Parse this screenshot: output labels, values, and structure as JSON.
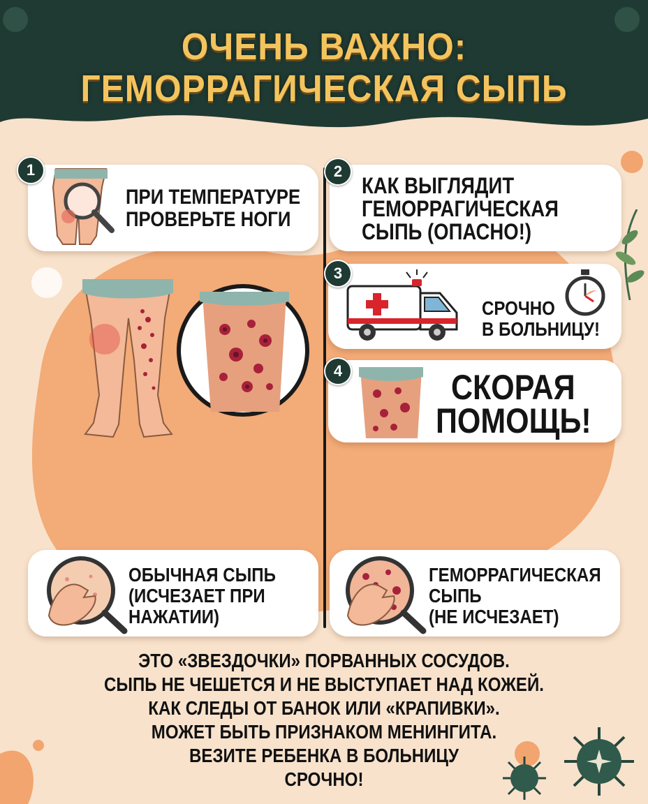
{
  "header": {
    "title_line1": "ОЧЕНЬ ВАЖНО:",
    "title_line2": "ГЕМОРРАГИЧЕСКАЯ СЫПЬ"
  },
  "steps": [
    {
      "number": "1",
      "line1": "ПРИ ТЕМПЕРАТУРЕ",
      "line2": "ПРОВЕРЬТЕ НОГИ"
    },
    {
      "number": "2",
      "line1": "КАК ВЫГЛЯДИТ",
      "line2": "ГЕМОРРАГИЧЕСКАЯ",
      "line3": "СЫПЬ (ОПАСНО!)"
    },
    {
      "number": "3",
      "line1": "СРОЧНО",
      "line2": "В БОЛЬНИЦУ!"
    },
    {
      "number": "4",
      "line1": "СКОРАЯ",
      "line2": "ПОМОЩЬ!"
    }
  ],
  "compare": {
    "normal": {
      "line1": "ОБЫЧНАЯ СЫПЬ",
      "line2": "(ИСЧЕЗАЕТ ПРИ",
      "line3": "НАЖАТИИ)"
    },
    "hemorrhagic": {
      "line1": "ГЕМОРРАГИЧЕСКАЯ",
      "line2": "СЫПЬ",
      "line3": "(НЕ ИСЧЕЗАЕТ)"
    }
  },
  "bottom_lines": [
    "ЭТО «ЗВЕЗДОЧКИ» ПОРВАННЫХ СОСУДОВ.",
    "СЫПЬ НЕ ЧЕШЕТСЯ И НЕ ВЫСТУПАЕТ НАД КОЖЕЙ.",
    "КАК СЛЕДЫ ОТ БАНОК ИЛИ «КРАПИВКИ».",
    "МОЖЕТ БЫТЬ ПРИЗНАКОМ МЕНИНГИТА.",
    "ВЕЗИТЕ РЕБЕНКА В БОЛЬНИЦУ",
    "СРОЧНО!"
  ],
  "colors": {
    "header_bg": "#1f3a32",
    "title_gold": "#f3c45e",
    "page_bg": "#f8e2cc",
    "blob_orange": "#f2a56e",
    "rash_red": "#a8213a"
  }
}
